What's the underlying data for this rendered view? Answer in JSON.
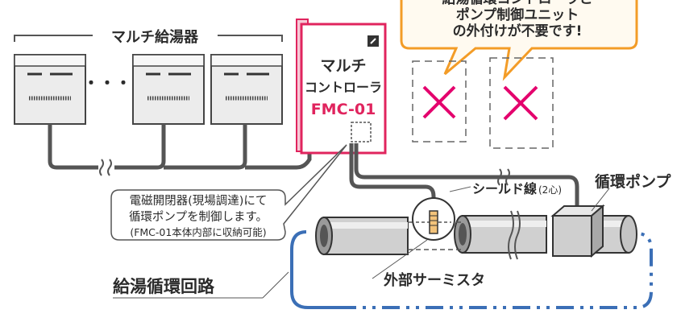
{
  "heater_group_label": "マルチ給湯器",
  "ellipsis": "・・・",
  "controller": {
    "name_line1": "マルチ",
    "name_line2": "コントローラ",
    "model": "FMC-01"
  },
  "callout_orange": {
    "line1": "給湯循環コントローラと",
    "line2": "ポンプ制御ユニット",
    "line3": "の外付けが不要です!"
  },
  "callout_white": {
    "line1": "電磁開閉器(現場調達)にて",
    "line2": "循環ポンプを制御します。",
    "line3": "(FMC-01本体内部に収納可能)"
  },
  "shield_wire_label": "シールド線",
  "shield_wire_note": "(2心)",
  "pump_label": "循環ポンプ",
  "circuit_label": "給湯循環回路",
  "thermistor_label": "外部サーミスタ",
  "colors": {
    "accent_orange": "#f39c27",
    "controller_pink": "#e0245e",
    "cross_red": "#e4006d",
    "circuit_blue": "#3b6fb6",
    "cable_gray": "#555555"
  }
}
